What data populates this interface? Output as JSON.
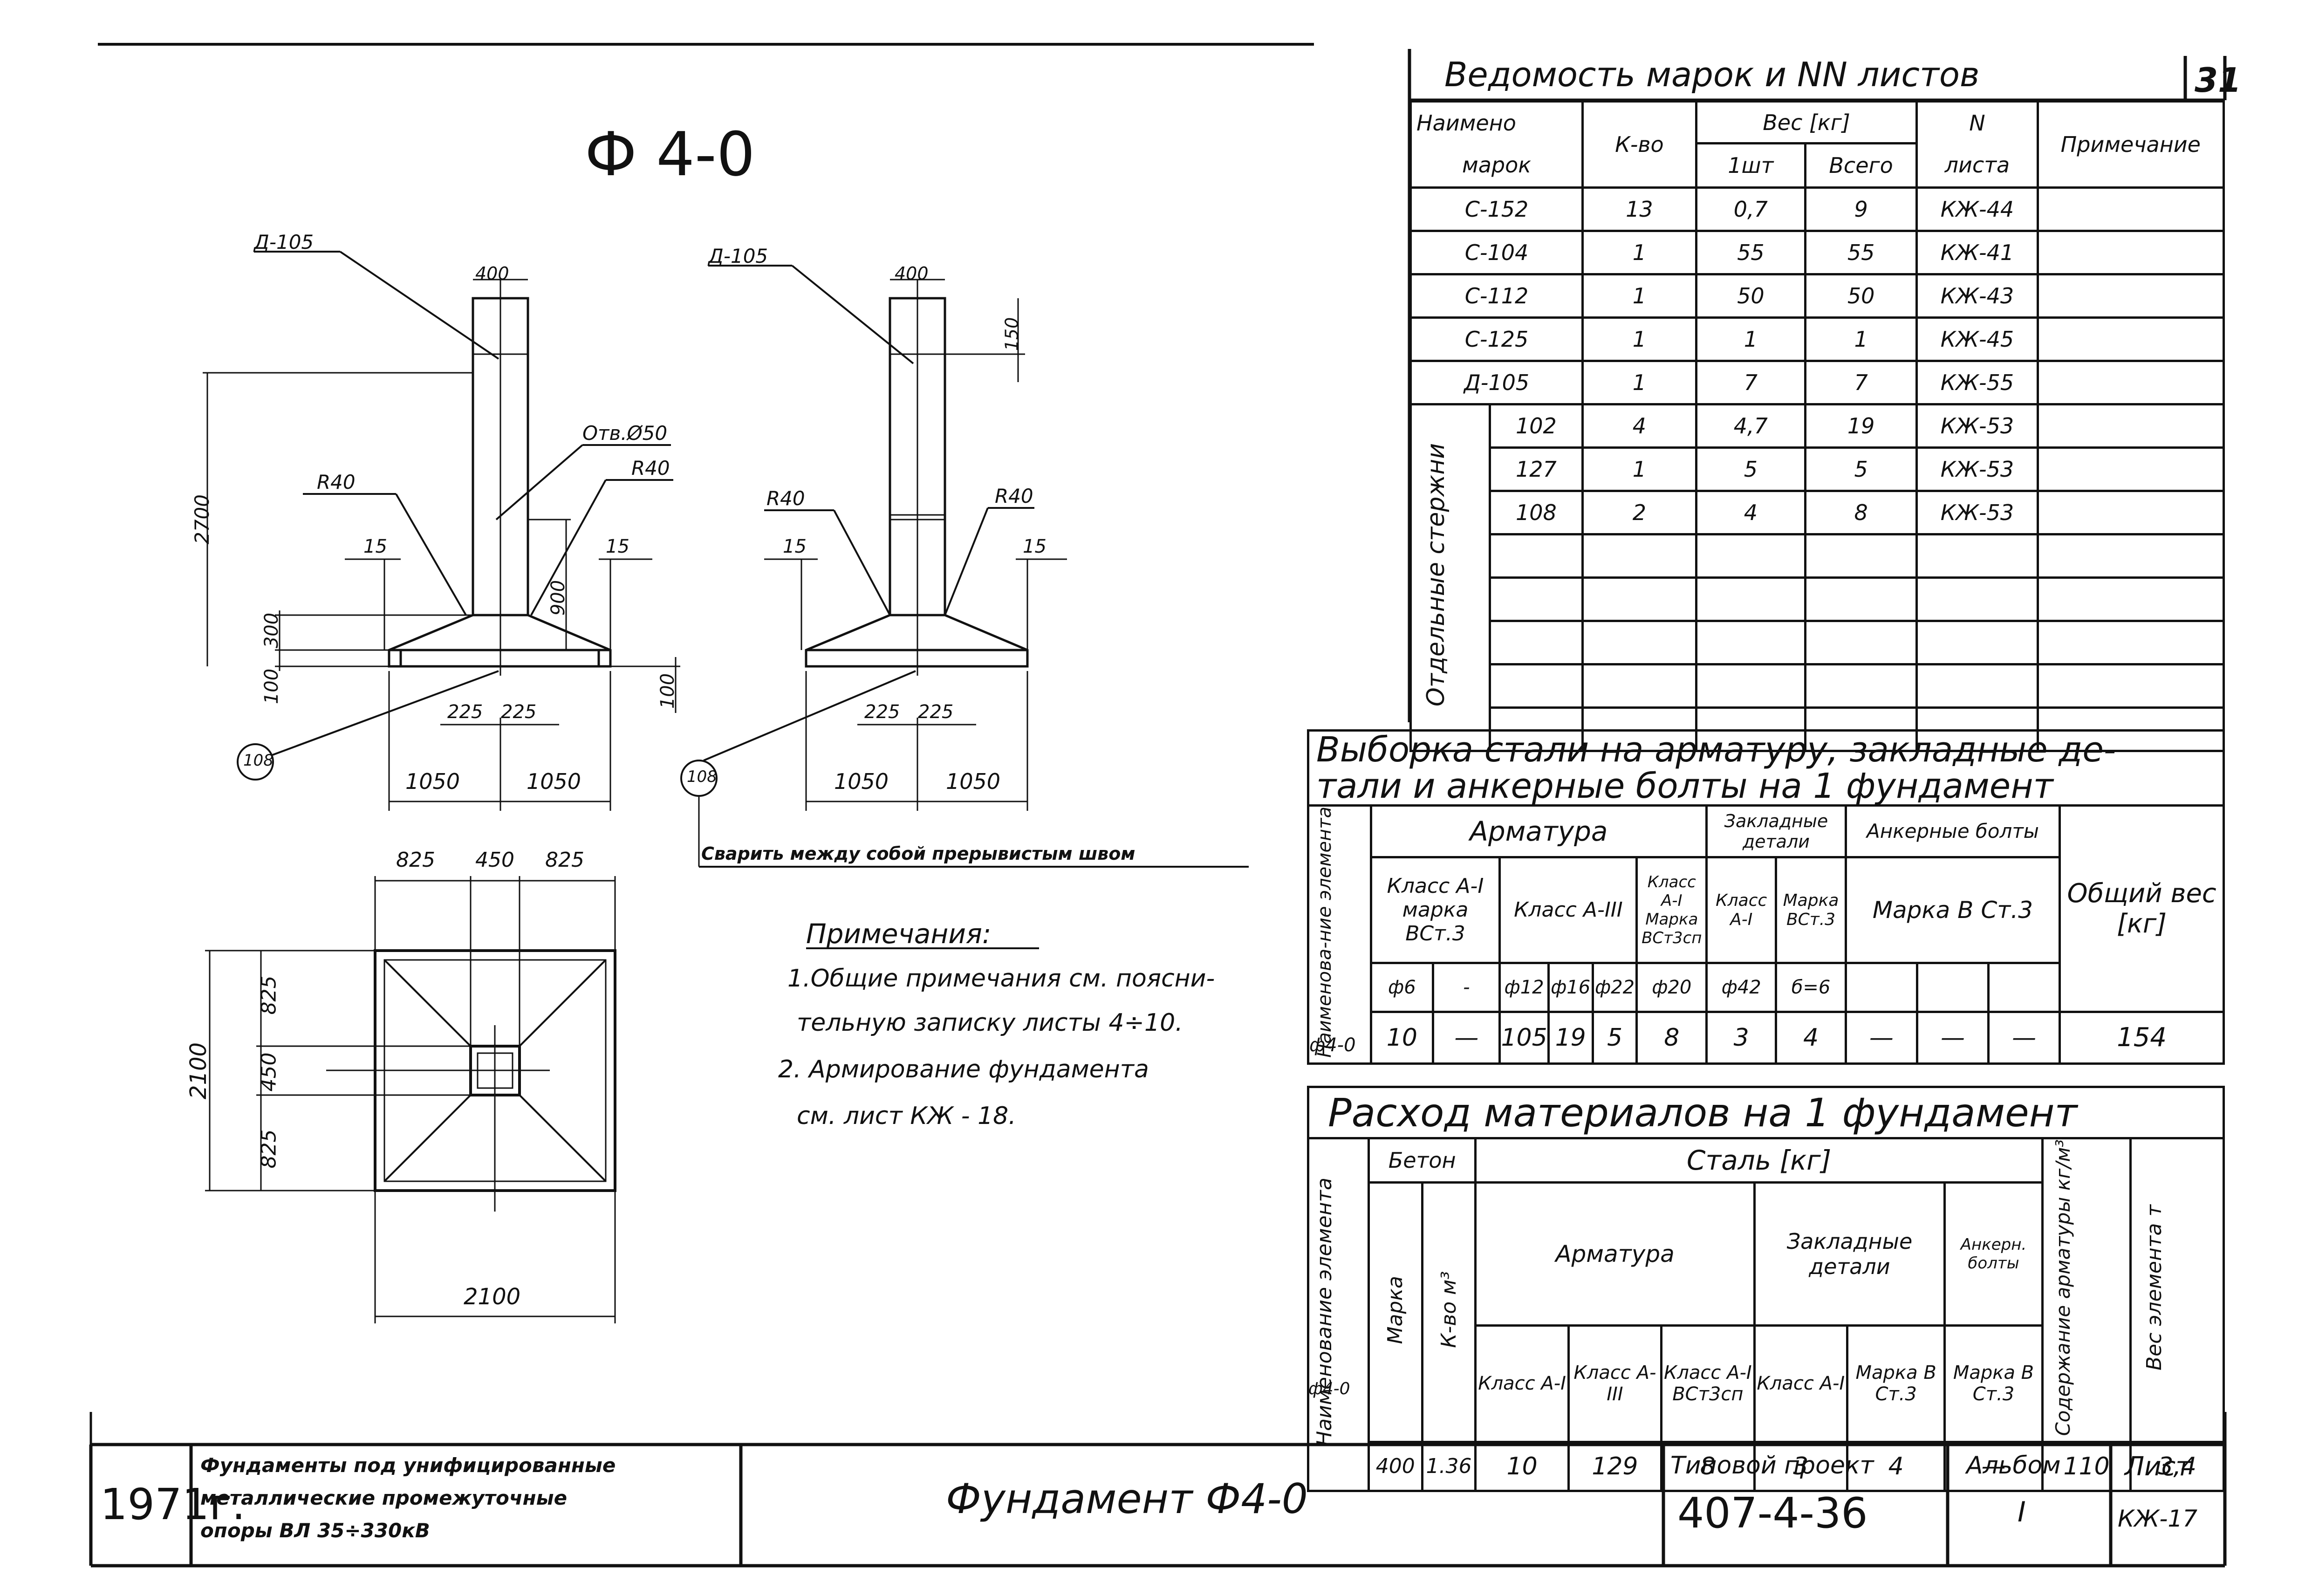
{
  "sheet_number": "31",
  "main_title": "Ф 4-0",
  "drawing": {
    "left_callout": "Д-105",
    "right_callout": "Д-105",
    "dim_400_a": "400",
    "dim_400_b": "400",
    "dim_150": "150",
    "dim_2700": "2700",
    "hole": "Отв.Ø50",
    "r40_a": "R40",
    "r40_b": "R40",
    "r40_c": "R40",
    "r40_d": "R40",
    "dim_15_a": "15",
    "dim_15_b": "15",
    "dim_15_c": "15",
    "dim_15_d": "15",
    "dim_900": "900",
    "dim_300": "300",
    "dim_100_a": "100",
    "dim_100_b": "100",
    "dim_225_a": "225",
    "dim_225_b": "225",
    "dim_225_c": "225",
    "dim_225_d": "225",
    "dim_1050_a": "1050",
    "dim_1050_b": "1050",
    "dim_1050_c": "1050",
    "dim_1050_d": "1050",
    "mark_108_a": "108",
    "mark_108_b": "108",
    "weld_note": "Сварить между собой прерывистым швом",
    "plan_825_a": "825",
    "plan_450_a": "450",
    "plan_825_b": "825",
    "plan_825_c": "825",
    "plan_450_b": "450",
    "plan_825_d": "825",
    "plan_2100_v": "2100",
    "plan_2100_h": "2100"
  },
  "notes": {
    "title": "Примечания:",
    "line1": "1.Общие примечания см. поясни-",
    "line2": "тельную записку листы 4÷10.",
    "line3": "2. Армирование фундамента",
    "line4": "см. лист КЖ - 18."
  },
  "marks_table": {
    "title": "Ведомость марок и NN листов",
    "h_name1": "Наимено",
    "h_name2": "марок",
    "h_qty": "К-во",
    "h_weight": "Вес [кг]",
    "h_one": "1шт",
    "h_total": "Всего",
    "h_n": "N",
    "h_sheet": "листа",
    "h_note": "Примечание",
    "group_label": "Отдельные стержни",
    "rows": [
      {
        "name": "С-152",
        "qty": "13",
        "one": "0,7",
        "total": "9",
        "sheet": "КЖ-44"
      },
      {
        "name": "С-104",
        "qty": "1",
        "one": "55",
        "total": "55",
        "sheet": "КЖ-41"
      },
      {
        "name": "С-112",
        "qty": "1",
        "one": "50",
        "total": "50",
        "sheet": "КЖ-43"
      },
      {
        "name": "С-125",
        "qty": "1",
        "one": "1",
        "total": "1",
        "sheet": "КЖ-45"
      },
      {
        "name": "Д-105",
        "qty": "1",
        "one": "7",
        "total": "7",
        "sheet": "КЖ-55"
      }
    ],
    "bars": [
      {
        "name": "102",
        "qty": "4",
        "one": "4,7",
        "total": "19",
        "sheet": "КЖ-53"
      },
      {
        "name": "127",
        "qty": "1",
        "one": "5",
        "total": "5",
        "sheet": "КЖ-53"
      },
      {
        "name": "108",
        "qty": "2",
        "one": "4",
        "total": "8",
        "sheet": "КЖ-53"
      }
    ]
  },
  "steel_table": {
    "title1": "Выборка стали на арматуру, закладные де-",
    "title2": "тали и анкерные болты на 1 фундамент",
    "h_elem": "Наименова-ние элемента",
    "h_armatura": "Арматура",
    "h_zakl": "Закладные детали",
    "h_anker": "Анкерные болты",
    "h_total": "Общий вес [кг]",
    "h_class_a1": "Класс А-I марка ВСт.3",
    "h_class_a3": "Класс А-III",
    "h_class_a1b": "Класс А-I Марка ВСт3сп",
    "h_zk_class": "Класс А-I",
    "h_zk_mark": "Марка ВСт.3",
    "h_an_mark": "Марка В Ст.3",
    "d_6": "ф6",
    "d_dash": "-",
    "d_12": "ф12",
    "d_16": "ф16",
    "d_22": "ф22",
    "d_20": "ф20",
    "d_42": "ф42",
    "d_b6": "б=6",
    "row": {
      "name": "ф4-0",
      "c1": "10",
      "c2": "—",
      "c3": "105",
      "c4": "19",
      "c5": "5",
      "c6": "8",
      "c7": "3",
      "c8": "4",
      "c9": "—",
      "c10": "—",
      "c11": "—",
      "total": "154"
    }
  },
  "material_table": {
    "title": "Расход материалов на 1 фундамент",
    "h_elem": "Наименование элемента",
    "h_beton": "Бетон",
    "h_marka": "Марка",
    "h_kvo": "К-во м³",
    "h_stal": "Сталь [кг]",
    "h_arm": "Арматура",
    "h_zakl": "Закладные детали",
    "h_anker": "Анкерн. болты",
    "h_c1": "Класс А-I",
    "h_c2": "Класс А-III",
    "h_c3": "Класс А-I ВСт3сп",
    "h_c4": "Класс А-I",
    "h_c5": "Марка В Ст.3",
    "h_c6": "Марка В Ст.3",
    "h_content": "Содержание арматуры кг/м³",
    "h_weight": "Вес элемента т",
    "row": {
      "name": "ф4-0",
      "marka": "400",
      "kvo": "1.36",
      "c1": "10",
      "c2": "129",
      "c3": "8",
      "c4": "3",
      "c5": "4",
      "c6": "—",
      "content": "110",
      "weight": "3,4"
    }
  },
  "title_block": {
    "year": "1971г.",
    "desc1": "Фундаменты под унифицированные",
    "desc2": "металлические промежуточные",
    "desc3": "опоры ВЛ 35÷330кВ",
    "name": "Фундамент Ф4-0",
    "project_label": "Типовой проект",
    "project_number": "407-4-36",
    "album_label": "Альбом",
    "album_value": "I",
    "sheet_label": "Лист",
    "sheet_value": "КЖ-17"
  }
}
